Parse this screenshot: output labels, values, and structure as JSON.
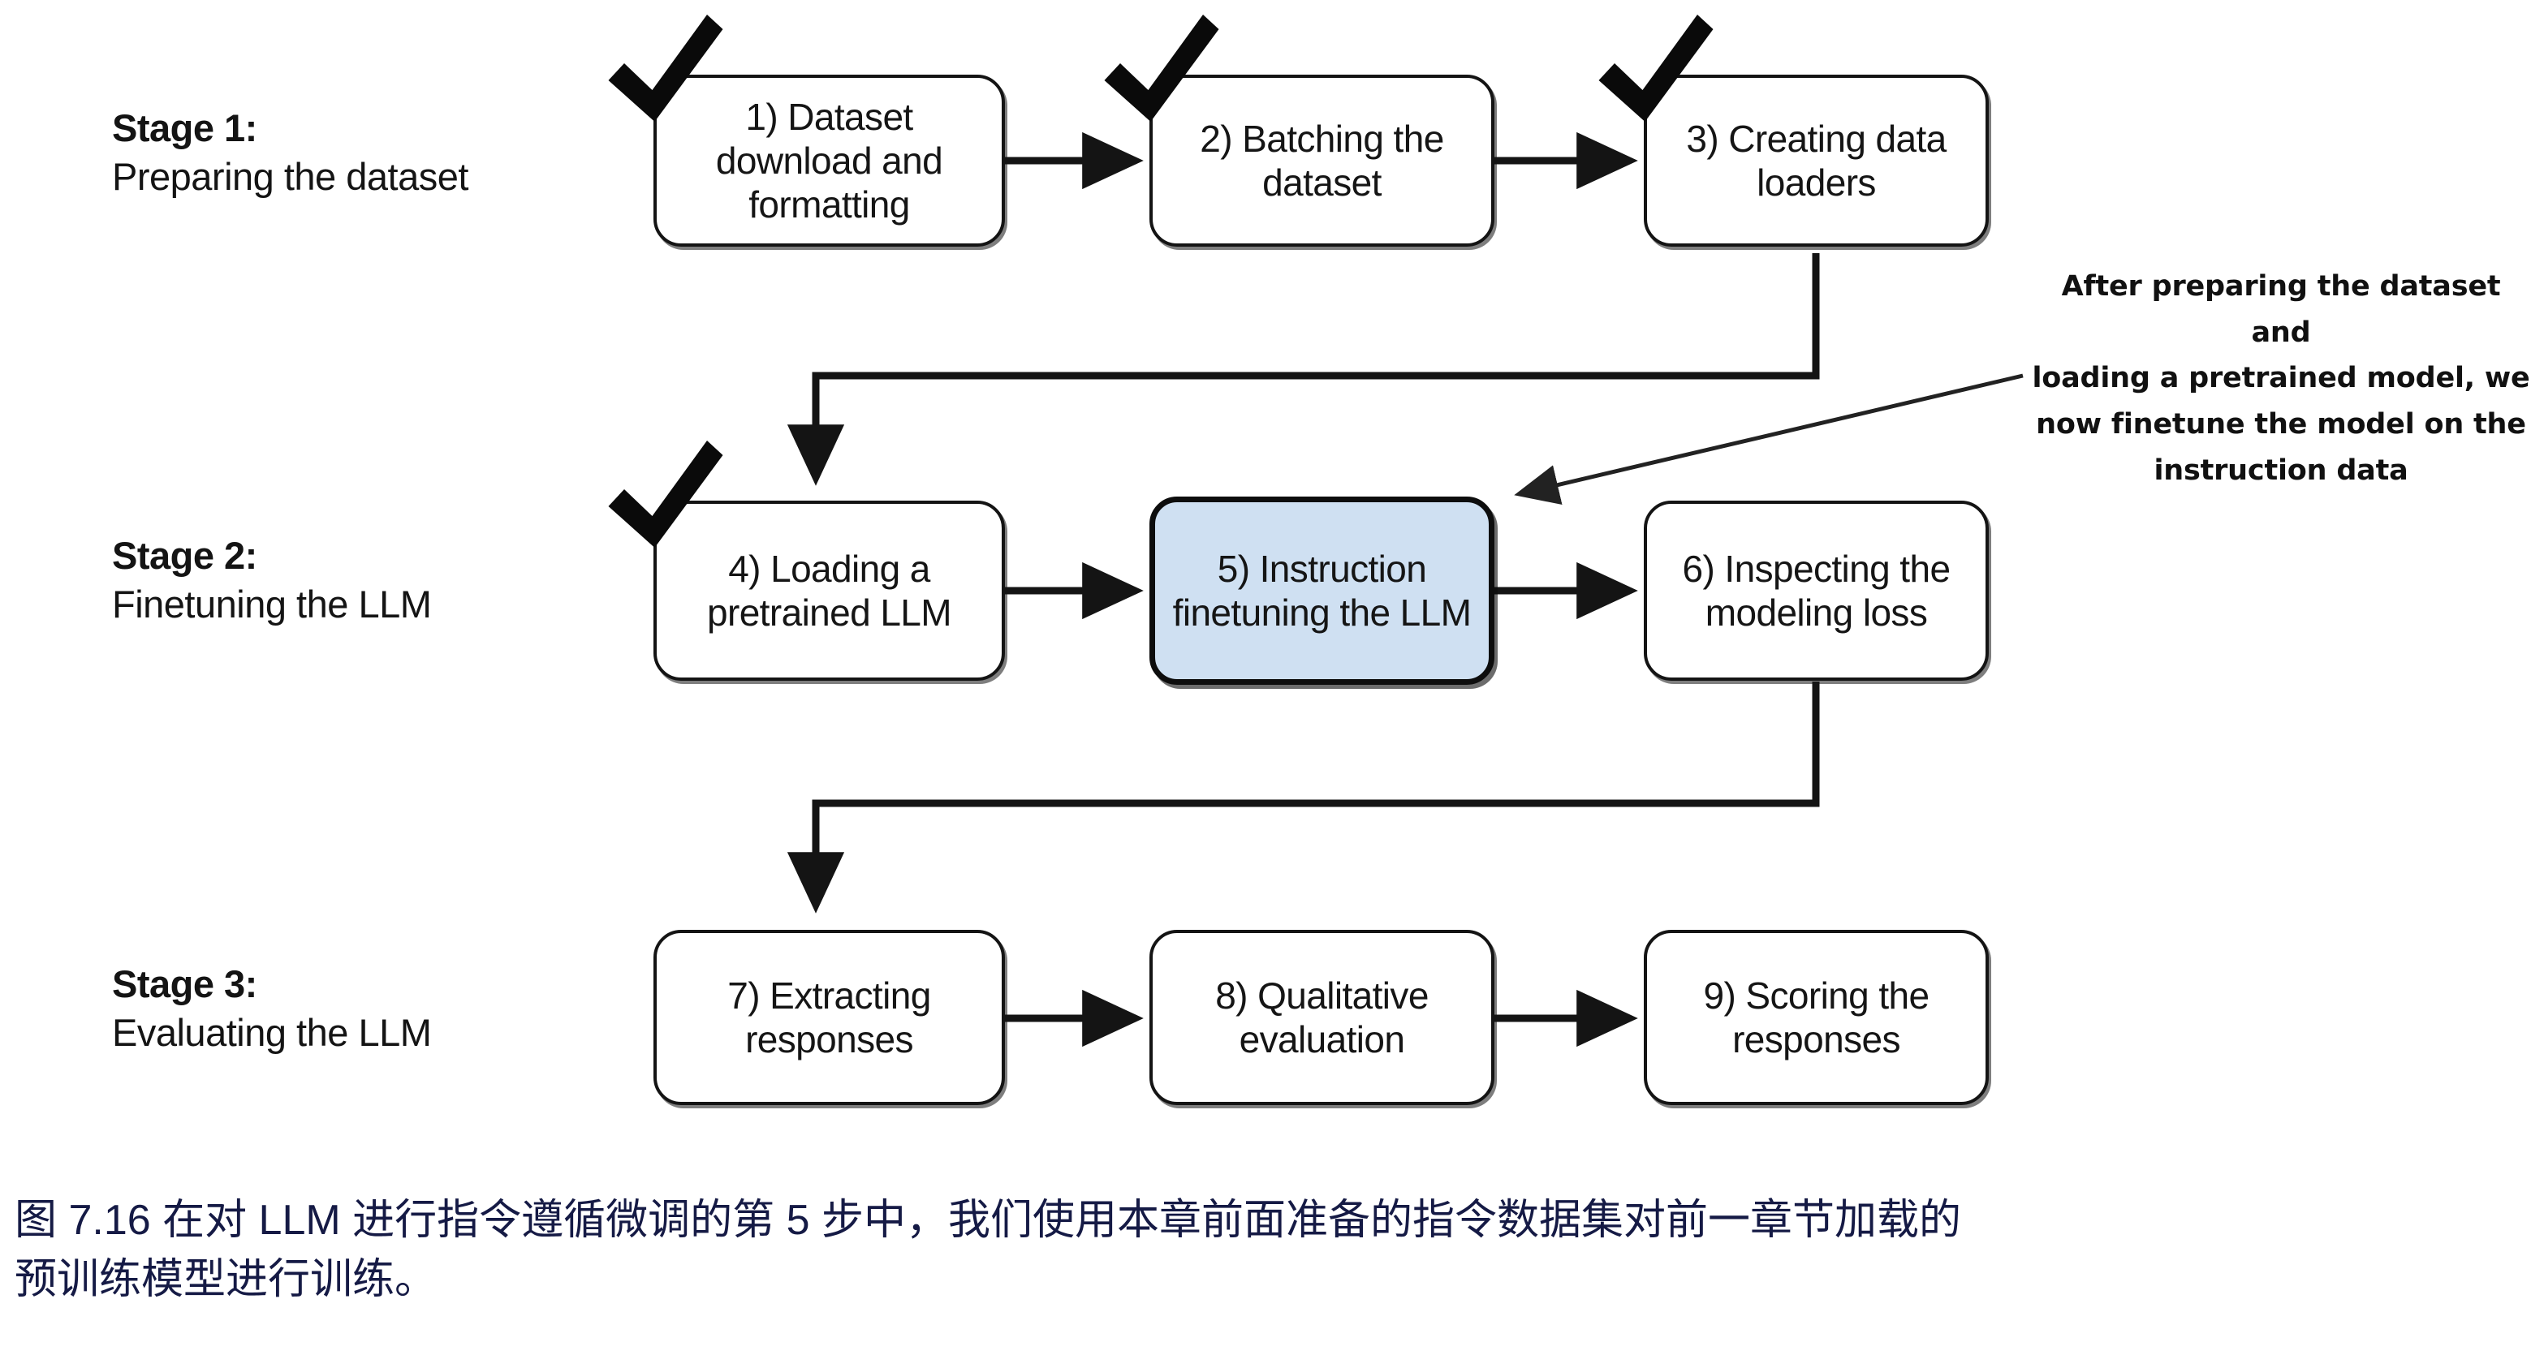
{
  "figure": {
    "title": "LLM instruction finetuning pipeline overview",
    "background_color": "#ffffff",
    "highlight_fill": "#cfe0f2",
    "line_color": "#141414",
    "caption_color": "#151a45"
  },
  "stages": [
    {
      "title": "Stage 1:",
      "subtitle": "Preparing the dataset"
    },
    {
      "title": "Stage 2:",
      "subtitle": "Finetuning the LLM"
    },
    {
      "title": "Stage 3:",
      "subtitle": "Evaluating the LLM"
    }
  ],
  "nodes": [
    {
      "id": 1,
      "label": "1) Dataset download and formatting",
      "stage": 1,
      "done": true,
      "highlighted": false
    },
    {
      "id": 2,
      "label": "2) Batching the dataset",
      "stage": 1,
      "done": true,
      "highlighted": false
    },
    {
      "id": 3,
      "label": "3) Creating data loaders",
      "stage": 1,
      "done": true,
      "highlighted": false
    },
    {
      "id": 4,
      "label": "4) Loading a pretrained LLM",
      "stage": 2,
      "done": true,
      "highlighted": false
    },
    {
      "id": 5,
      "label": "5) Instruction finetuning the LLM",
      "stage": 2,
      "done": false,
      "highlighted": true
    },
    {
      "id": 6,
      "label": "6) Inspecting the modeling loss",
      "stage": 2,
      "done": false,
      "highlighted": false
    },
    {
      "id": 7,
      "label": "7) Extracting responses",
      "stage": 3,
      "done": false,
      "highlighted": false
    },
    {
      "id": 8,
      "label": "8) Qualitative evaluation",
      "stage": 3,
      "done": false,
      "highlighted": false
    },
    {
      "id": 9,
      "label": "9) Scoring the responses",
      "stage": 3,
      "done": false,
      "highlighted": false
    }
  ],
  "annotation": {
    "line1": "After preparing the dataset and",
    "line2": "loading a pretrained model, we",
    "line3": "now finetune the model on the",
    "line4": "instruction data",
    "points_to_node": 5
  },
  "caption": {
    "line1": "图 7.16 在对 LLM 进行指令遵循微调的第 5 步中，我们使用本章前面准备的指令数据集对前一章节加载的",
    "line2": "预训练模型进行训练。"
  },
  "icons": {
    "check": "check-icon",
    "arrow": "arrow-right-icon"
  }
}
